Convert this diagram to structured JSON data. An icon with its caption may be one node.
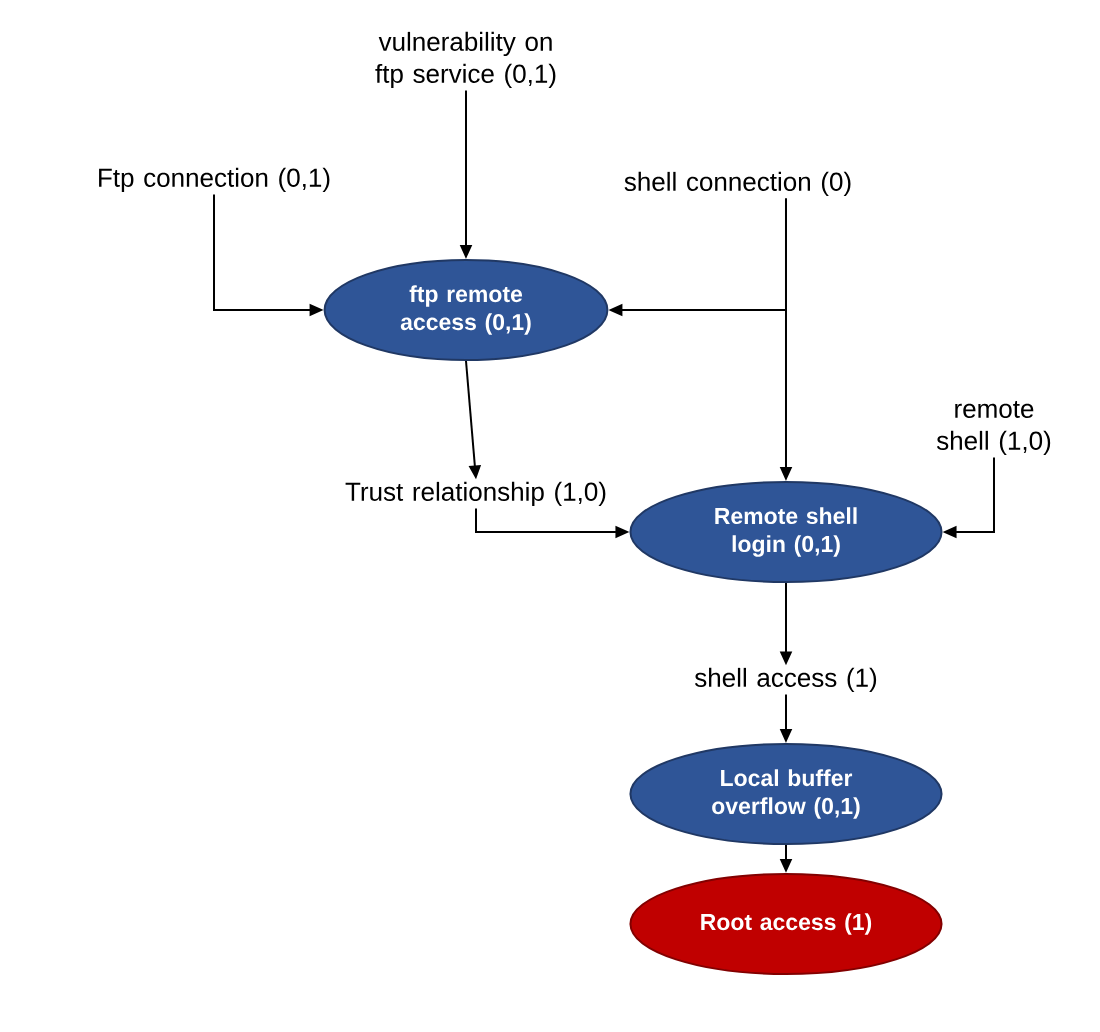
{
  "diagram": {
    "nodes": [
      {
        "text": [
          "vulnerability on ftp service (0,1)"
        ]
      },
      {
        "text": [
          "Ftp connection (0,1)"
        ]
      },
      {
        "text": [
          "shell connection (0)"
        ]
      },
      {
        "text": [
          "ftp remote access (0,1)"
        ]
      },
      {
        "text": [
          "Trust relationship (1,0)"
        ]
      },
      {
        "text": [
          "remote shell (1,0)"
        ]
      },
      {
        "text": [
          "Remote shell login (0,1)"
        ]
      },
      {
        "text": [
          "shell access (1)"
        ]
      },
      {
        "text": [
          "Local buffer overflow (0,1)"
        ]
      },
      {
        "text": [
          "Root access (1)"
        ]
      }
    ],
    "edges": [
      {
        "from": 0,
        "to": 3,
        "arrow": "to"
      },
      {
        "from": 1,
        "to": 3,
        "arrow": "to"
      },
      {
        "from": 2,
        "to": 3,
        "arrow": "to"
      },
      {
        "from": 2,
        "to": 6,
        "arrow": "to"
      },
      {
        "from": 3,
        "to": 4,
        "arrow": "to"
      },
      {
        "from": 4,
        "to": 6,
        "arrow": "to"
      },
      {
        "from": 5,
        "to": 6,
        "arrow": "to"
      },
      {
        "from": 6,
        "to": 7,
        "arrow": "to"
      },
      {
        "from": 7,
        "to": 8,
        "arrow": "to"
      },
      {
        "from": 8,
        "to": 9,
        "arrow": "to"
      }
    ]
  }
}
